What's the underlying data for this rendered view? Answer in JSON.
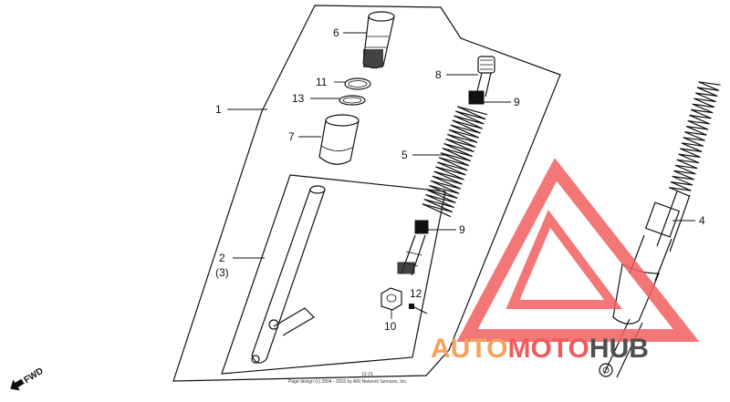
{
  "callouts": {
    "c1": "1",
    "c2": "2",
    "c3": "(3)",
    "c4": "4",
    "c5": "5",
    "c6": "6",
    "c7": "7",
    "c8": "8",
    "c9a": "9",
    "c9b": "9",
    "c10": "10",
    "c11": "11",
    "c12": "12",
    "c13": "13"
  },
  "fwd_label": "FWD",
  "copyright_lines": [
    "12-21",
    "Page design (c) 2004 - 2016 by ARI Network Services, Inc."
  ],
  "watermark": {
    "part1": "AUTO",
    "part2": "MOTO",
    "part3": "HUB",
    "colors": {
      "orange": "#f5a25a",
      "red": "#f05a5a",
      "gray": "#505050",
      "logo": "#f26060"
    }
  }
}
